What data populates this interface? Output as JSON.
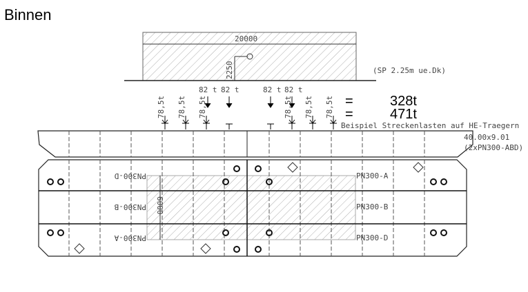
{
  "title": "Binnen",
  "load_area": {
    "width_label": "20000",
    "height_label": "2250",
    "cg_note": "(SP 2.25m ue.Dk)"
  },
  "point_loads": {
    "labels": [
      "82 t",
      "82 t",
      "82 t",
      "82 t"
    ],
    "sum_eq": "=",
    "sum": "328t"
  },
  "line_loads": {
    "labels": [
      "78,5t",
      "78,5t",
      "78,5t",
      "78,5t",
      "78,5t",
      "78,5t"
    ],
    "sum_eq": "=",
    "sum": "471t",
    "note": "Beispiel Streckenlasten auf HE-Traegern"
  },
  "pontoon": {
    "size": "40.00x9.01",
    "config": "(2xPN300-ABD)",
    "dim_width": "6000",
    "right_labels": [
      "PN300-A",
      "PN300-B",
      "PN300-D"
    ],
    "left_labels": [
      "PN300-D",
      "PN300-B",
      "PN300-A"
    ]
  }
}
